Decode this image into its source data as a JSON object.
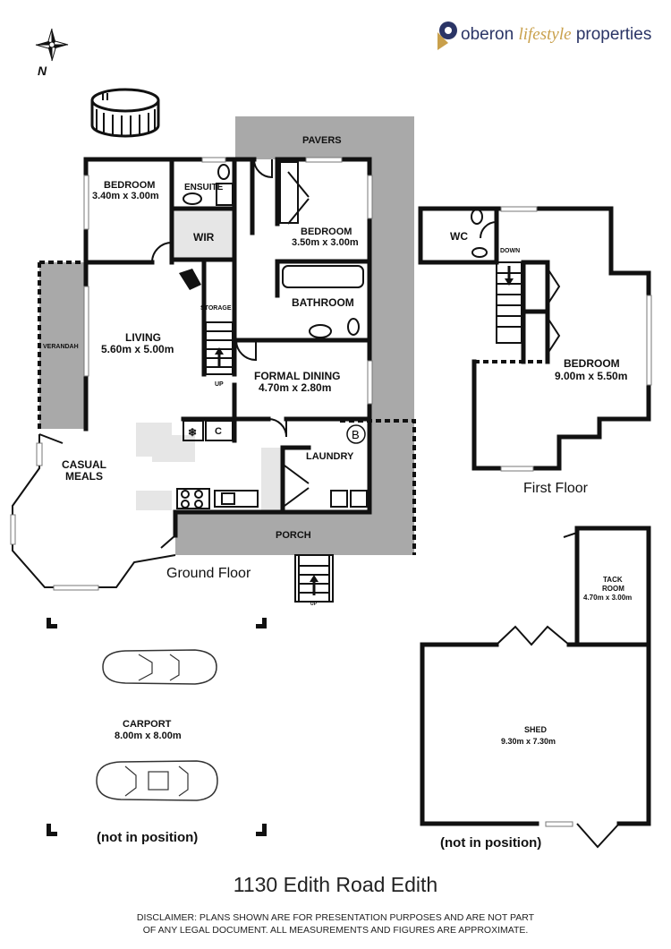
{
  "brand": {
    "name_part1": "oberon",
    "name_part2": "lifestyle",
    "name_part3": "properties",
    "colors": {
      "navy": "#2b3566",
      "gold": "#c9a04b"
    }
  },
  "compass": {
    "north_label": "N"
  },
  "floors": {
    "ground": "Ground Floor",
    "first": "First Floor"
  },
  "rooms": {
    "pavers": {
      "name": "PAVERS"
    },
    "bedroom1": {
      "name": "BEDROOM",
      "size": "3.40m  x 3.00m"
    },
    "ensuite": {
      "name": "ENSUITE"
    },
    "wir": {
      "name": "WIR"
    },
    "bedroom2": {
      "name": "BEDROOM",
      "size": "3.50m  x 3.00m"
    },
    "bathroom": {
      "name": "BATHROOM"
    },
    "storage": {
      "name": "STORAGE"
    },
    "living": {
      "name": "LIVING",
      "size": "5.60m  x 5.00m"
    },
    "verandah": {
      "name": "VERANDAH"
    },
    "formal_dining": {
      "name": "FORMAL DINING",
      "size": "4.70m  x 2.80m"
    },
    "casual_meals": {
      "line1": "CASUAL",
      "line2": "MEALS"
    },
    "laundry": {
      "name": "LAUNDRY"
    },
    "porch": {
      "name": "PORCH"
    },
    "wc": {
      "name": "WC"
    },
    "bedroom3": {
      "name": "BEDROOM",
      "size": "9.00m  x 5.50m"
    },
    "tack_room": {
      "line1": "TACK",
      "line2": "ROOM",
      "size": "4.70m  x 3.00m"
    },
    "shed": {
      "name": "SHED",
      "size": "9.30m  x 7.30m"
    },
    "carport": {
      "name": "CARPORT",
      "size": "8.00m  x 8.00m"
    }
  },
  "marks": {
    "up_stairs": "UP",
    "up_porch": "UP",
    "down": "DOWN",
    "c": "C",
    "b": "B",
    "fridge_symbol": "❄"
  },
  "notes": {
    "carport_not_in_position": "(not in position)",
    "shed_not_in_position": "(not in position)"
  },
  "address": "1130 Edith Road Edith",
  "disclaimer": {
    "line1": "DISCLAIMER: PLANS SHOWN ARE FOR PRESENTATION PURPOSES AND ARE NOT PART",
    "line2": "OF ANY LEGAL DOCUMENT. ALL MEASUREMENTS AND FIGURES ARE APPROXIMATE."
  }
}
